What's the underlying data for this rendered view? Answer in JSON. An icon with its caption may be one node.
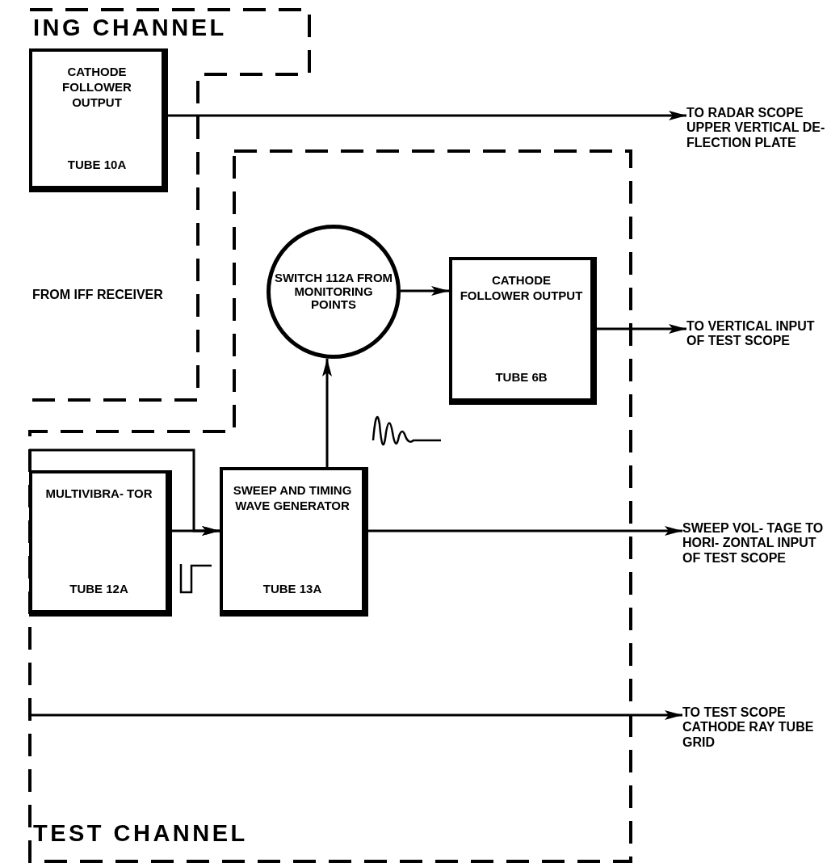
{
  "diagram": {
    "nodes": [
      {
        "text": [
          "ING CHANNEL"
        ]
      },
      {
        "text": [
          "CATHODE FOLLOWER OUTPUT",
          "TUBE 10A"
        ],
        "in": 0
      },
      {
        "text": [
          "TEST CHANNEL"
        ]
      },
      {
        "text": [
          "SWITCH 112A FROM MONITORING POINTS"
        ],
        "in": 2
      },
      {
        "text": [
          "CATHODE FOLLOWER OUTPUT",
          "TUBE 6B"
        ],
        "in": 2
      },
      {
        "text": [
          "MULTIVIBRA- TOR",
          "TUBE 12A"
        ],
        "in": 2
      },
      {
        "text": [
          "SWEEP AND TIMING WAVE GENERATOR",
          "TUBE 13A"
        ],
        "in": 2
      },
      {
        "text": [
          "TO RADAR SCOPE UPPER VERTICAL DE- FLECTION PLATE"
        ]
      },
      {
        "text": [
          "TO VERTICAL INPUT OF TEST SCOPE"
        ]
      },
      {
        "text": [
          "SWEEP VOL- TAGE TO HORI- ZONTAL INPUT OF TEST SCOPE"
        ]
      },
      {
        "text": [
          "TO TEST SCOPE CATHODE RAY TUBE GRID"
        ]
      }
    ],
    "edges": [
      {
        "from": 1,
        "to": 7,
        "arrow": "to"
      },
      {
        "from": 3,
        "to": 4,
        "arrow": "to"
      },
      {
        "from": 4,
        "to": 8,
        "arrow": "to"
      },
      {
        "from": 6,
        "to": 3,
        "arrow": "to"
      },
      {
        "from": 5,
        "to": 6,
        "arrow": "to"
      },
      {
        "from": 2,
        "to": 6,
        "arrow": "to"
      },
      {
        "from": 6,
        "to": 9,
        "arrow": "to"
      },
      {
        "from": 2,
        "to": 10,
        "arrow": "to"
      }
    ],
    "labels": [
      "FROM IFF RECEIVER"
    ]
  }
}
